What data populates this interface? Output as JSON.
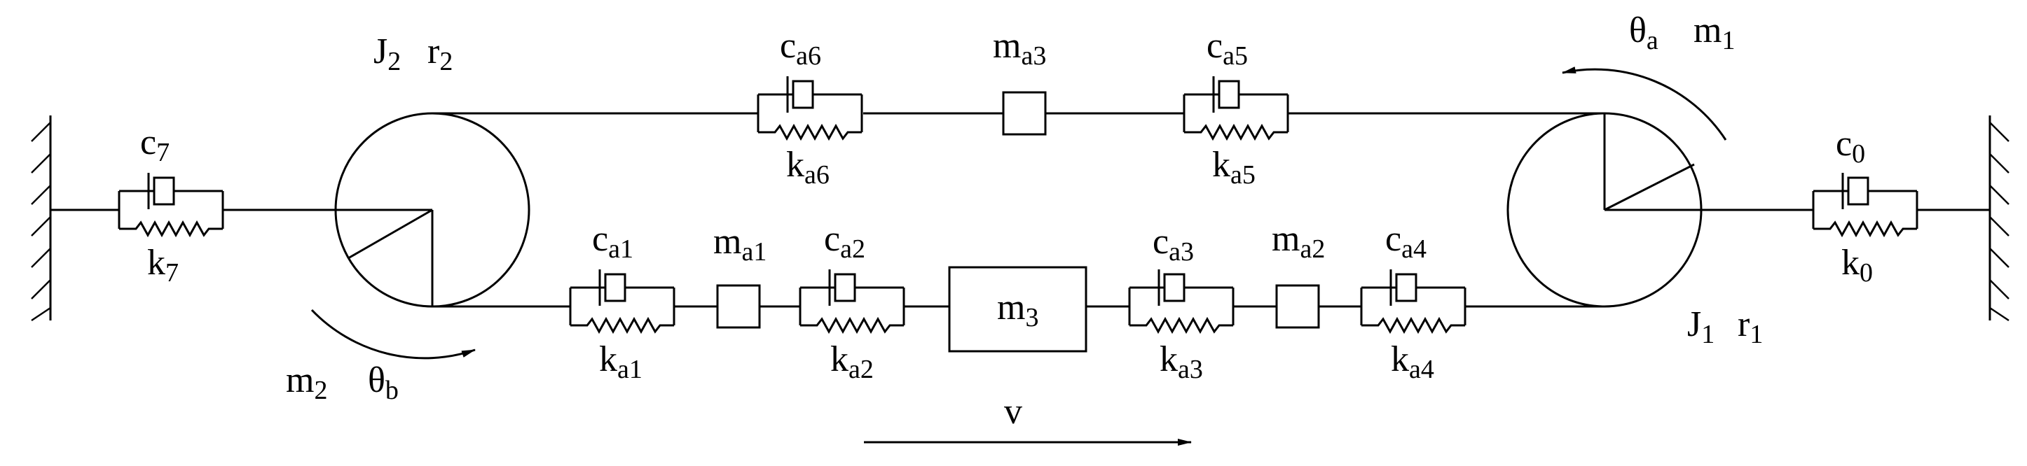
{
  "labels": {
    "J2": {
      "main": "J",
      "sub": "2"
    },
    "r2": {
      "main": "r",
      "sub": "2"
    },
    "J1": {
      "main": "J",
      "sub": "1"
    },
    "r1": {
      "main": "r",
      "sub": "1"
    },
    "theta_a": {
      "main": "θ",
      "sub": "a"
    },
    "m1": {
      "main": "m",
      "sub": "1"
    },
    "m2": {
      "main": "m",
      "sub": "2"
    },
    "theta_b": {
      "main": "θ",
      "sub": "b"
    },
    "m3": {
      "main": "m",
      "sub": "3"
    },
    "ma1": {
      "main": "m",
      "sub": "a1"
    },
    "ma2": {
      "main": "m",
      "sub": "a2"
    },
    "ma3": {
      "main": "m",
      "sub": "a3"
    },
    "c7": {
      "main": "c",
      "sub": "7"
    },
    "k7": {
      "main": "k",
      "sub": "7"
    },
    "c0": {
      "main": "c",
      "sub": "0"
    },
    "k0": {
      "main": "k",
      "sub": "0"
    },
    "ca1": {
      "main": "c",
      "sub": "a1"
    },
    "ka1": {
      "main": "k",
      "sub": "a1"
    },
    "ca2": {
      "main": "c",
      "sub": "a2"
    },
    "ka2": {
      "main": "k",
      "sub": "a2"
    },
    "ca3": {
      "main": "c",
      "sub": "a3"
    },
    "ka3": {
      "main": "k",
      "sub": "a3"
    },
    "ca4": {
      "main": "c",
      "sub": "a4"
    },
    "ka4": {
      "main": "k",
      "sub": "a4"
    },
    "ca5": {
      "main": "c",
      "sub": "a5"
    },
    "ka5": {
      "main": "k",
      "sub": "a5"
    },
    "ca6": {
      "main": "c",
      "sub": "a6"
    },
    "ka6": {
      "main": "k",
      "sub": "a6"
    },
    "v": {
      "main": "v"
    }
  }
}
